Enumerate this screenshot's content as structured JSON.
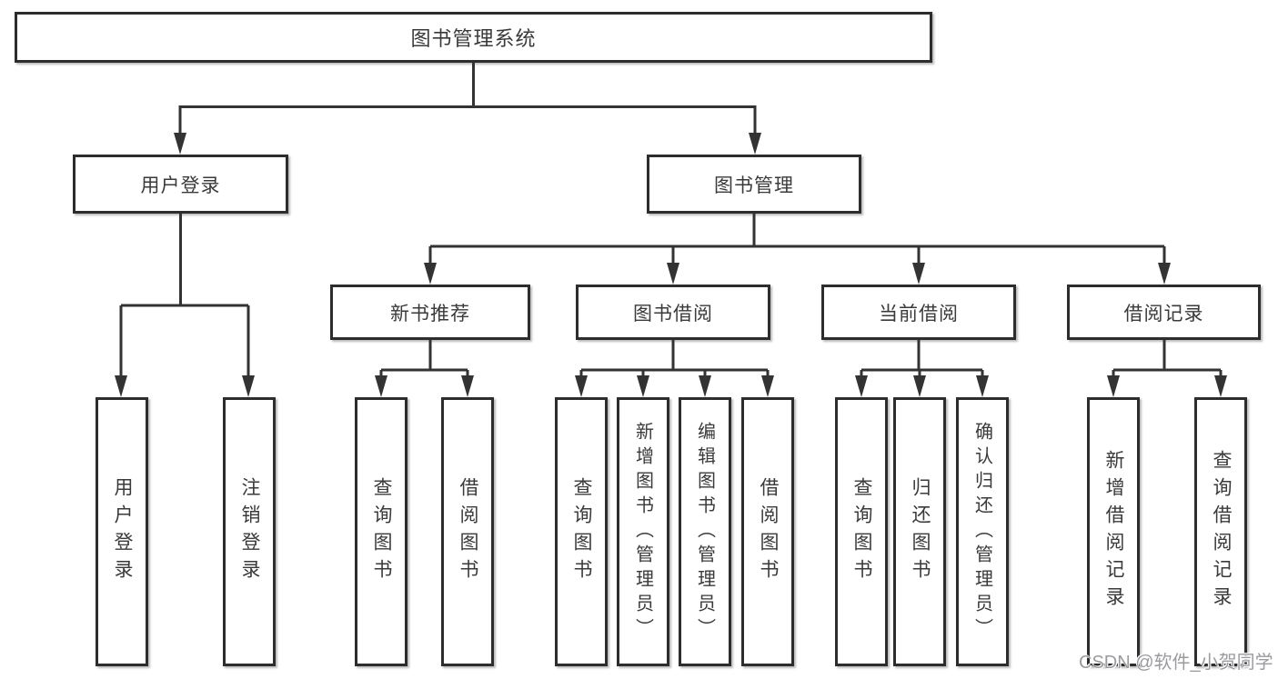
{
  "diagram": {
    "title": "图书管理系统",
    "line_color": "#333333",
    "box_border_color": "#2d2d2d",
    "text_color": "#3a3a3a",
    "root": {
      "label": "图书管理系统"
    },
    "level2": [
      {
        "label": "用户登录"
      },
      {
        "label": "图书管理"
      }
    ],
    "level3": [
      {
        "label": "新书推荐",
        "parent": "图书管理"
      },
      {
        "label": "图书借阅",
        "parent": "图书管理"
      },
      {
        "label": "当前借阅",
        "parent": "图书管理"
      },
      {
        "label": "借阅记录",
        "parent": "图书管理"
      }
    ],
    "leaves": [
      {
        "label": "用户登录",
        "parent": "用户登录"
      },
      {
        "label": "注销登录",
        "parent": "用户登录"
      },
      {
        "label": "查询图书",
        "parent": "新书推荐"
      },
      {
        "label": "借阅图书",
        "parent": "新书推荐"
      },
      {
        "label": "查询图书",
        "parent": "图书借阅"
      },
      {
        "label": "新增图书（管理员）",
        "parent": "图书借阅"
      },
      {
        "label": "编辑图书（管理员）",
        "parent": "图书借阅"
      },
      {
        "label": "借阅图书",
        "parent": "图书借阅"
      },
      {
        "label": "查询图书",
        "parent": "当前借阅"
      },
      {
        "label": "归还图书",
        "parent": "当前借阅"
      },
      {
        "label": "确认归还（管理员）",
        "parent": "当前借阅"
      },
      {
        "label": "新增借阅记录",
        "parent": "借阅记录"
      },
      {
        "label": "查询借阅记录",
        "parent": "借阅记录"
      }
    ]
  },
  "watermark": {
    "text": "CSDN @软件_小贺同学"
  }
}
